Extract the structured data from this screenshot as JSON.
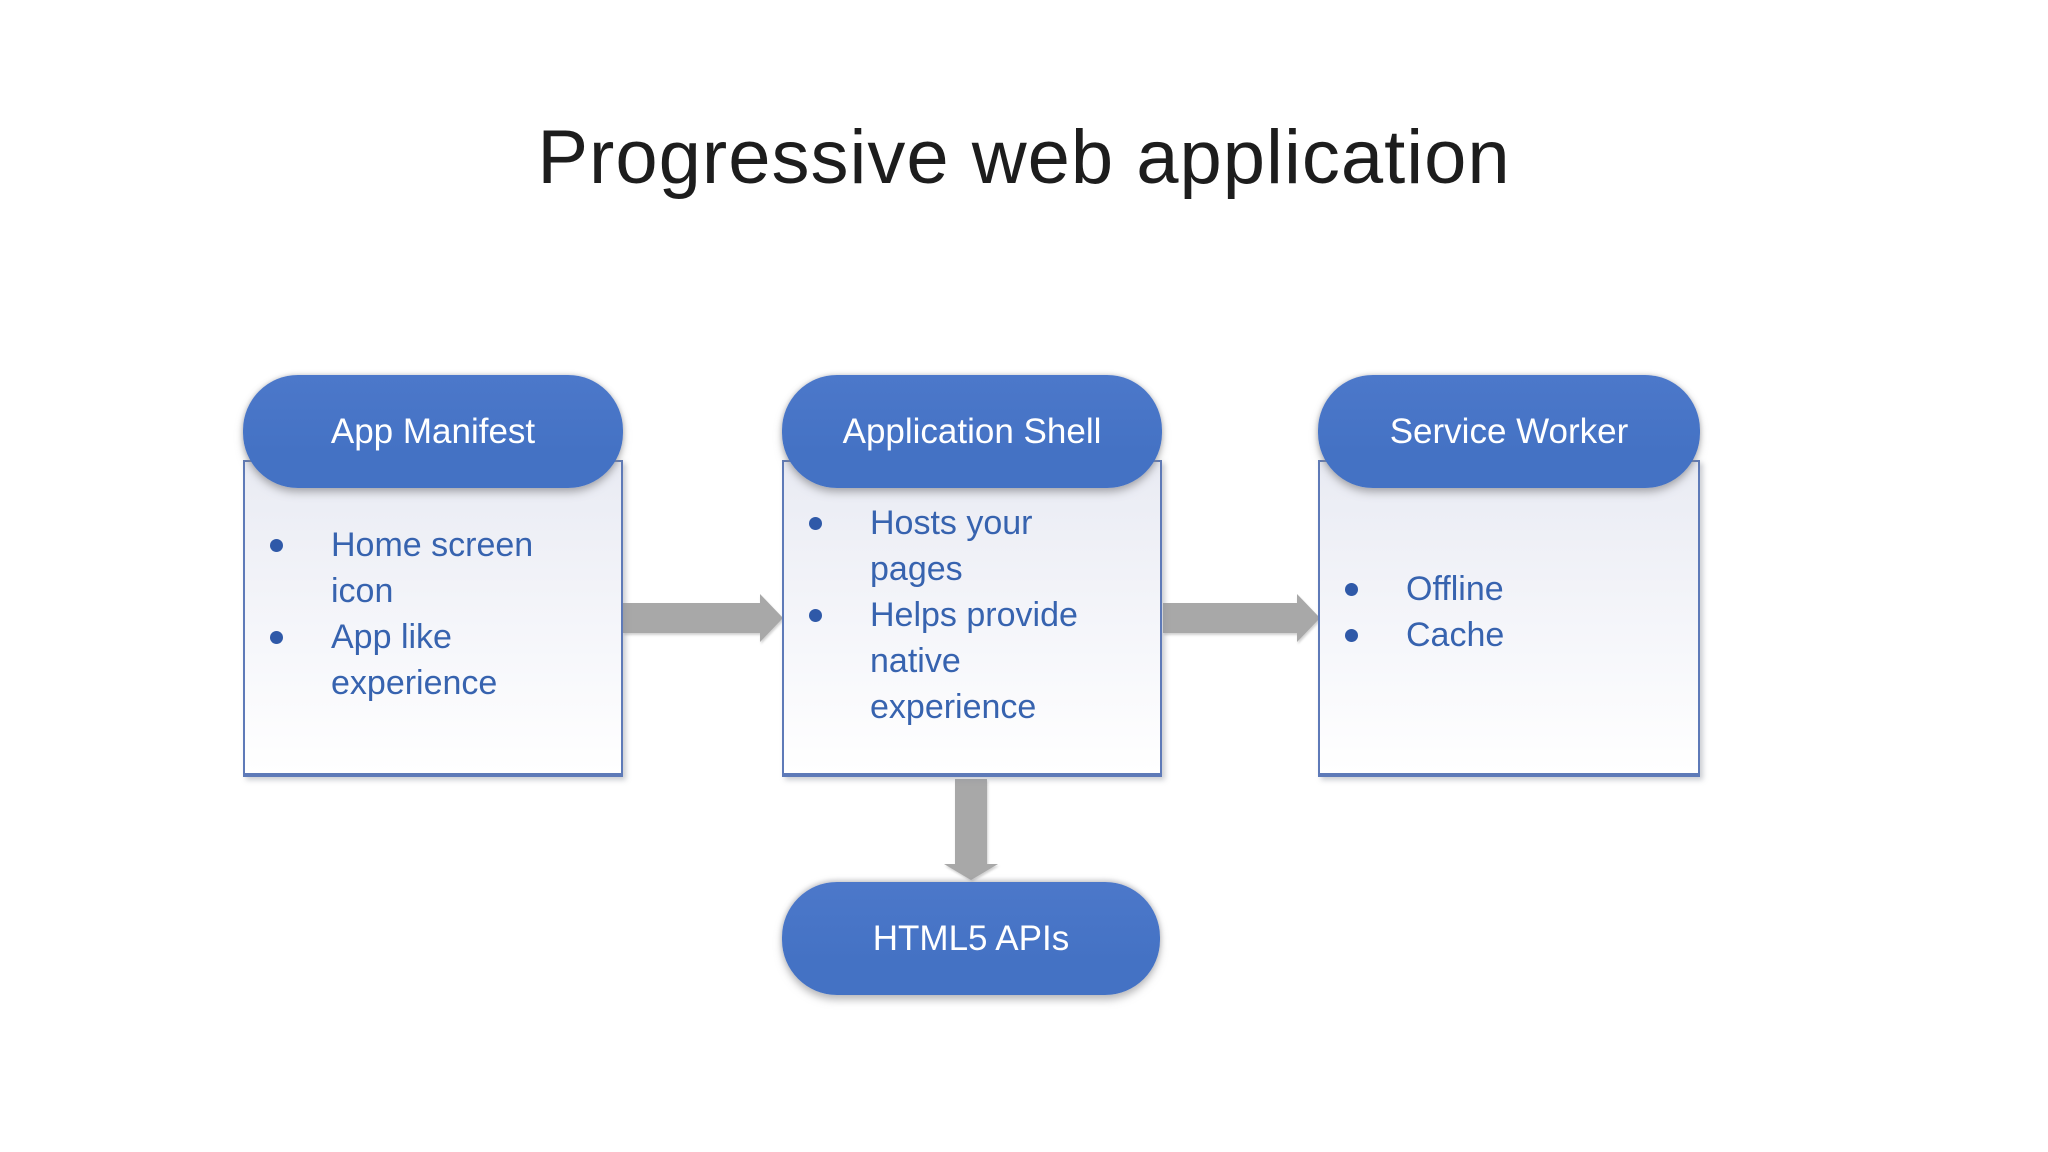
{
  "slide": {
    "title": "Progressive web application"
  },
  "diagram": {
    "nodes": [
      {
        "id": "app-manifest",
        "title": "App Manifest",
        "bullets": [
          "Home screen icon",
          "App like experience"
        ]
      },
      {
        "id": "application-shell",
        "title": "Application Shell",
        "bullets": [
          "Hosts your pages",
          "Helps provide native experience"
        ]
      },
      {
        "id": "service-worker",
        "title": "Service Worker",
        "bullets": [
          "Offline",
          "Cache"
        ]
      }
    ],
    "end_node": {
      "label": "HTML5 APIs"
    },
    "arrows": [
      {
        "name": "app-manifest-to-application-shell",
        "direction": "right"
      },
      {
        "name": "application-shell-to-service-worker",
        "direction": "right"
      },
      {
        "name": "application-shell-to-html5-apis",
        "direction": "down"
      }
    ],
    "colors": {
      "node_fill": "#4472c4",
      "node_text": "#ffffff",
      "body_border": "#5e7ab8",
      "bullet_text": "#3763af",
      "bullet_dot": "#2f59a8",
      "arrow": "#a8a8a8",
      "title_text": "#1d1d1d"
    }
  }
}
